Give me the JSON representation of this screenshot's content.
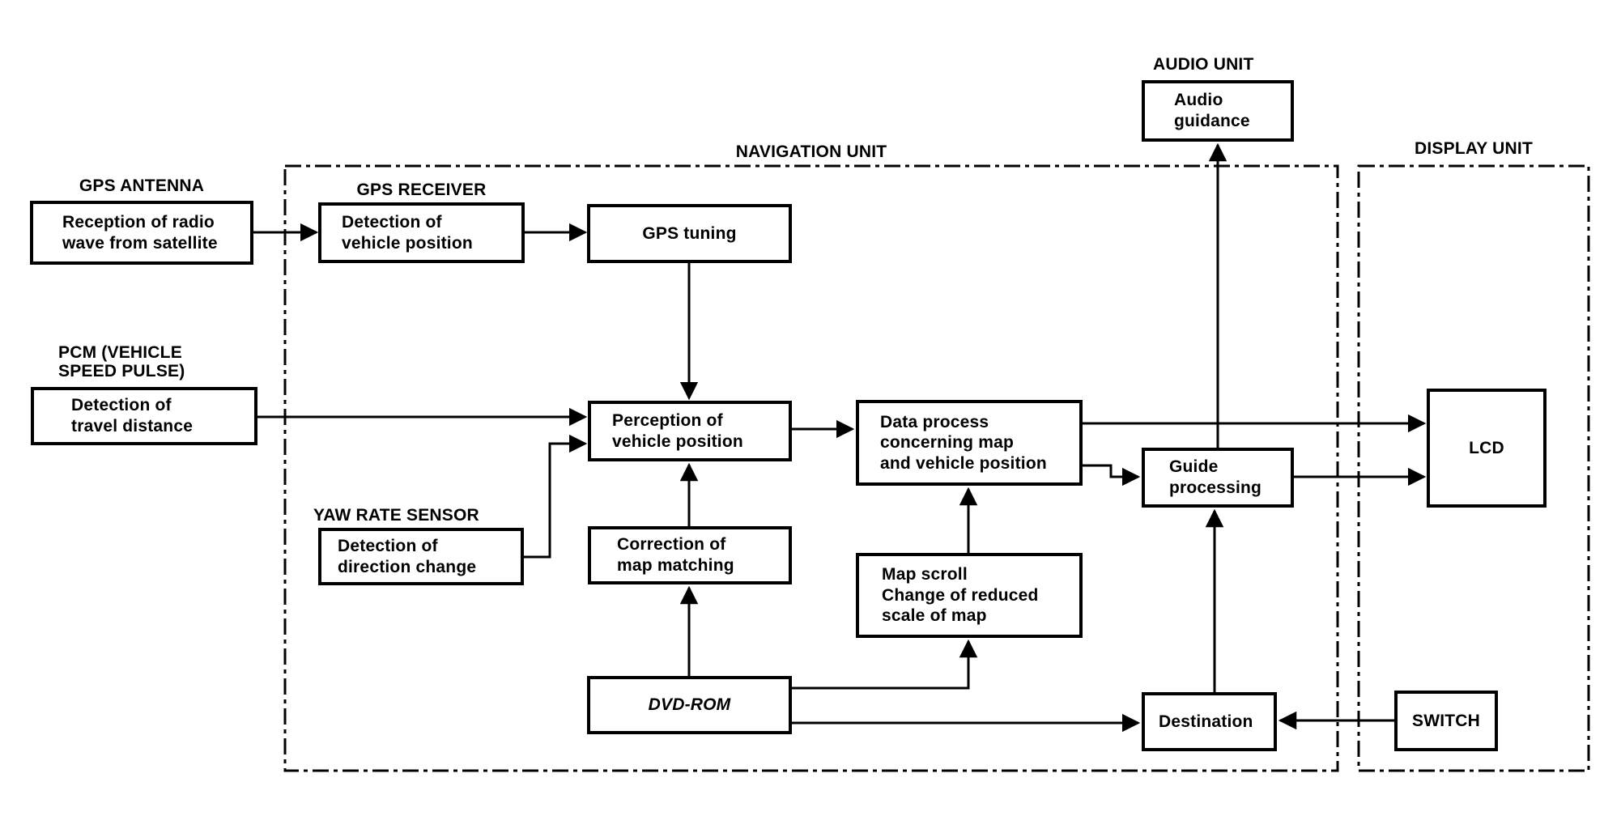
{
  "page": {
    "background": "#ffffff",
    "ink": "#000000"
  },
  "units": {
    "navigation": {
      "label": "NAVIGATION UNIT"
    },
    "audio": {
      "label": "AUDIO UNIT"
    },
    "display": {
      "label": "DISPLAY UNIT"
    }
  },
  "external_inputs": {
    "gps_antenna": {
      "label": "GPS ANTENNA",
      "box": "Reception of radio\nwave from satellite"
    },
    "pcm": {
      "label": "PCM (VEHICLE\nSPEED PULSE)",
      "box": "Detection of\ntravel distance"
    },
    "yaw_rate_sensor": {
      "label": "YAW RATE SENSOR",
      "box": "Detection of\ndirection change"
    },
    "gps_receiver": {
      "label": "GPS RECEIVER",
      "box": "Detection of\nvehicle position"
    }
  },
  "blocks": {
    "gps_tuning": "GPS tuning",
    "perception": "Perception of\nvehicle position",
    "correction": "Correction of\nmap matching",
    "dvd_rom": "DVD-ROM",
    "data_process": "Data process\nconcerning map\nand vehicle position",
    "map_scroll": "Map scroll\nChange of reduced\nscale of map",
    "guide_processing": "Guide\nprocessing",
    "destination": "Destination",
    "audio_guidance": "Audio\nguidance",
    "lcd": "LCD",
    "switch": "SWITCH"
  },
  "connections": [
    {
      "from": "gps-antenna",
      "to": "gps-receiver"
    },
    {
      "from": "gps-receiver",
      "to": "gps-tuning"
    },
    {
      "from": "gps-tuning",
      "to": "perception-of-vehicle-position"
    },
    {
      "from": "pcm-vehicle-speed-pulse",
      "to": "perception-of-vehicle-position"
    },
    {
      "from": "yaw-rate-sensor",
      "to": "perception-of-vehicle-position"
    },
    {
      "from": "correction-of-map-matching",
      "to": "perception-of-vehicle-position"
    },
    {
      "from": "perception-of-vehicle-position",
      "to": "data-process"
    },
    {
      "from": "dvd-rom",
      "to": "correction-of-map-matching"
    },
    {
      "from": "dvd-rom",
      "to": "map-scroll"
    },
    {
      "from": "dvd-rom",
      "to": "destination"
    },
    {
      "from": "map-scroll",
      "to": "data-process"
    },
    {
      "from": "data-process",
      "to": "lcd"
    },
    {
      "from": "data-process",
      "to": "guide-processing"
    },
    {
      "from": "guide-processing",
      "to": "audio-guidance"
    },
    {
      "from": "guide-processing",
      "to": "lcd"
    },
    {
      "from": "destination",
      "to": "guide-processing"
    },
    {
      "from": "switch",
      "to": "destination"
    }
  ]
}
